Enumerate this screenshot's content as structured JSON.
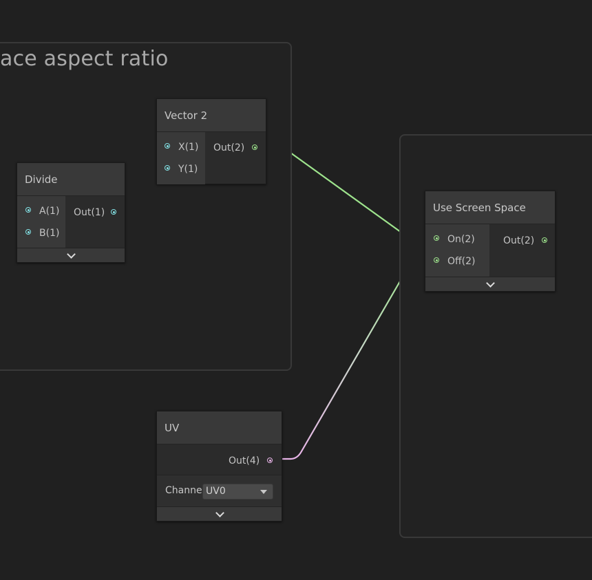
{
  "group_aspect": {
    "title": "ace aspect ratio"
  },
  "group_screen": {
    "title": ""
  },
  "vector2": {
    "title": "Vector 2",
    "inputs": [
      "X(1)",
      "Y(1)"
    ],
    "output": "Out(2)"
  },
  "divide": {
    "title": "Divide",
    "inputs": [
      "A(1)",
      "B(1)"
    ],
    "output": "Out(1)"
  },
  "use_screen_space": {
    "title": "Use Screen Space",
    "inputs": [
      "On(2)",
      "Off(2)"
    ],
    "output": "Out(2)"
  },
  "uv": {
    "title": "UV",
    "output": "Out(4)",
    "channel_label": "Channe",
    "channel_value": "UV0"
  },
  "colors": {
    "float_wire": "#84e4e7",
    "vector2_wire": "#9ee48d",
    "vector4_wire": "#e8b4e8",
    "background": "#202020"
  }
}
